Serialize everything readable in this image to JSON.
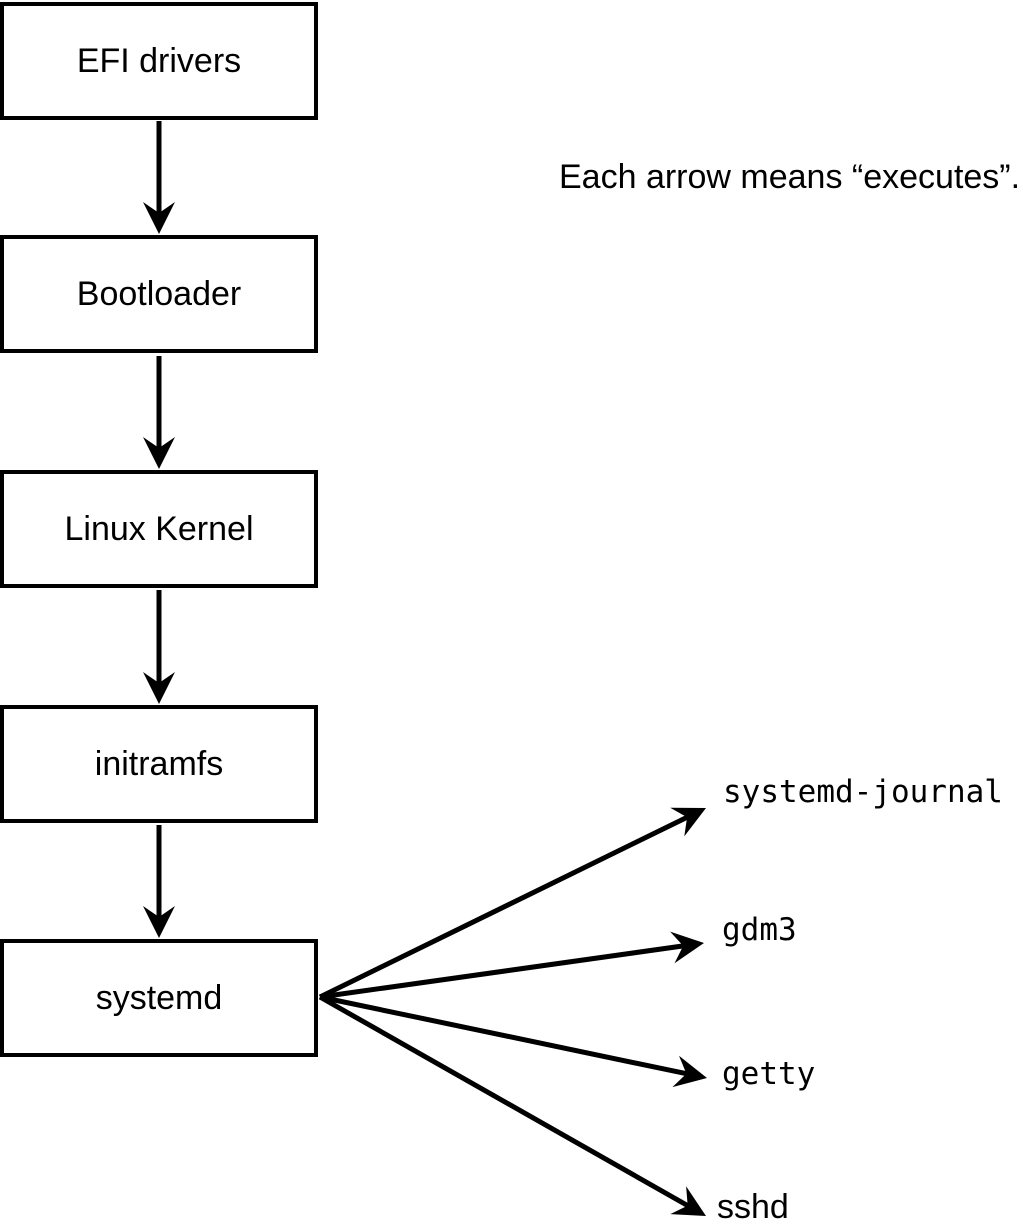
{
  "diagram": {
    "annotation": "Each arrow means “executes”.",
    "boxes": [
      {
        "id": "efi-drivers",
        "label": "EFI drivers"
      },
      {
        "id": "bootloader",
        "label": "Bootloader"
      },
      {
        "id": "linux-kernel",
        "label": "Linux Kernel"
      },
      {
        "id": "initramfs",
        "label": "initramfs"
      },
      {
        "id": "systemd",
        "label": "systemd"
      }
    ],
    "fanout": [
      {
        "id": "systemd-journal",
        "label": "systemd-journal"
      },
      {
        "id": "gdm3",
        "label": "gdm3"
      },
      {
        "id": "getty",
        "label": "getty"
      },
      {
        "id": "sshd",
        "label": "sshd"
      }
    ],
    "edges": [
      {
        "from": "efi-drivers",
        "to": "bootloader"
      },
      {
        "from": "bootloader",
        "to": "linux-kernel"
      },
      {
        "from": "linux-kernel",
        "to": "initramfs"
      },
      {
        "from": "initramfs",
        "to": "systemd"
      },
      {
        "from": "systemd",
        "to": "systemd-journal"
      },
      {
        "from": "systemd",
        "to": "gdm3"
      },
      {
        "from": "systemd",
        "to": "getty"
      },
      {
        "from": "systemd",
        "to": "sshd"
      }
    ],
    "colors": {
      "stroke": "#000000",
      "background": "#ffffff",
      "text": "#000000"
    }
  }
}
